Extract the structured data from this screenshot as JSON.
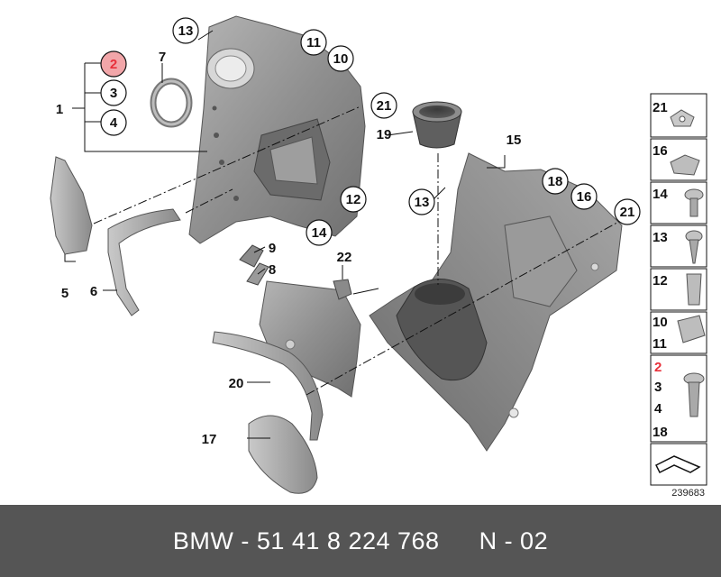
{
  "callouts": {
    "c1": "1",
    "c2": "2",
    "c3": "3",
    "c4": "4",
    "c5": "5",
    "c6": "6",
    "c7": "7",
    "c8": "8",
    "c9": "9",
    "c10": "10",
    "c11": "11",
    "c12": "12",
    "c13a": "13",
    "c13b": "13",
    "c14": "14",
    "c15": "15",
    "c16": "16",
    "c17": "17",
    "c18": "18",
    "c19": "19",
    "c20": "20",
    "c21a": "21",
    "c21b": "21",
    "c22": "22"
  },
  "legend": {
    "l21": "21",
    "l16": "16",
    "l14": "14",
    "l13": "13",
    "l12": "12",
    "l10": "10",
    "l11": "11",
    "l2": "2",
    "l3": "3",
    "l4": "4",
    "l18": "18"
  },
  "doc_number": "239683",
  "footer": {
    "brand": "BMW - 51 41 8 224 768",
    "code": "N - 02"
  },
  "colors": {
    "highlight": "#e8303a",
    "part_fill": "#8c8c8c",
    "footer_bg": "#555555"
  }
}
